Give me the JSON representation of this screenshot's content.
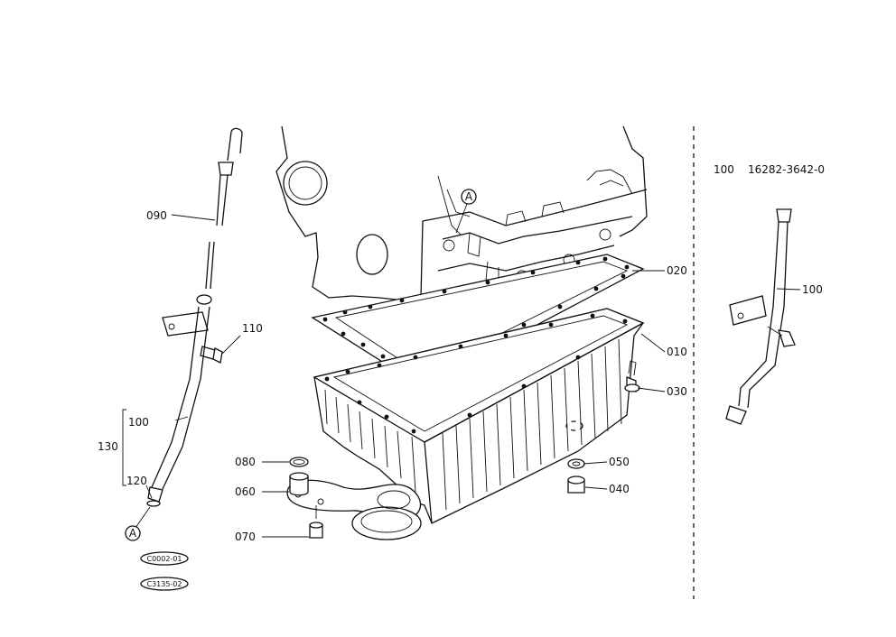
{
  "callouts": {
    "c010": "010",
    "c020": "020",
    "c030": "030",
    "c040": "040",
    "c050": "050",
    "c060": "060",
    "c070": "070",
    "c080": "080",
    "c090": "090",
    "c100_left": "100",
    "c100_right": "100",
    "c110": "110",
    "c120": "120",
    "c130": "130"
  },
  "reference_markers": {
    "marker_a_engine": "A",
    "marker_a_dipstick": "A"
  },
  "alternate_part": {
    "ref_no": "100",
    "part_number": "16282-3642-0"
  },
  "code_stamps": [
    "C0002-01",
    "C3135-02"
  ]
}
